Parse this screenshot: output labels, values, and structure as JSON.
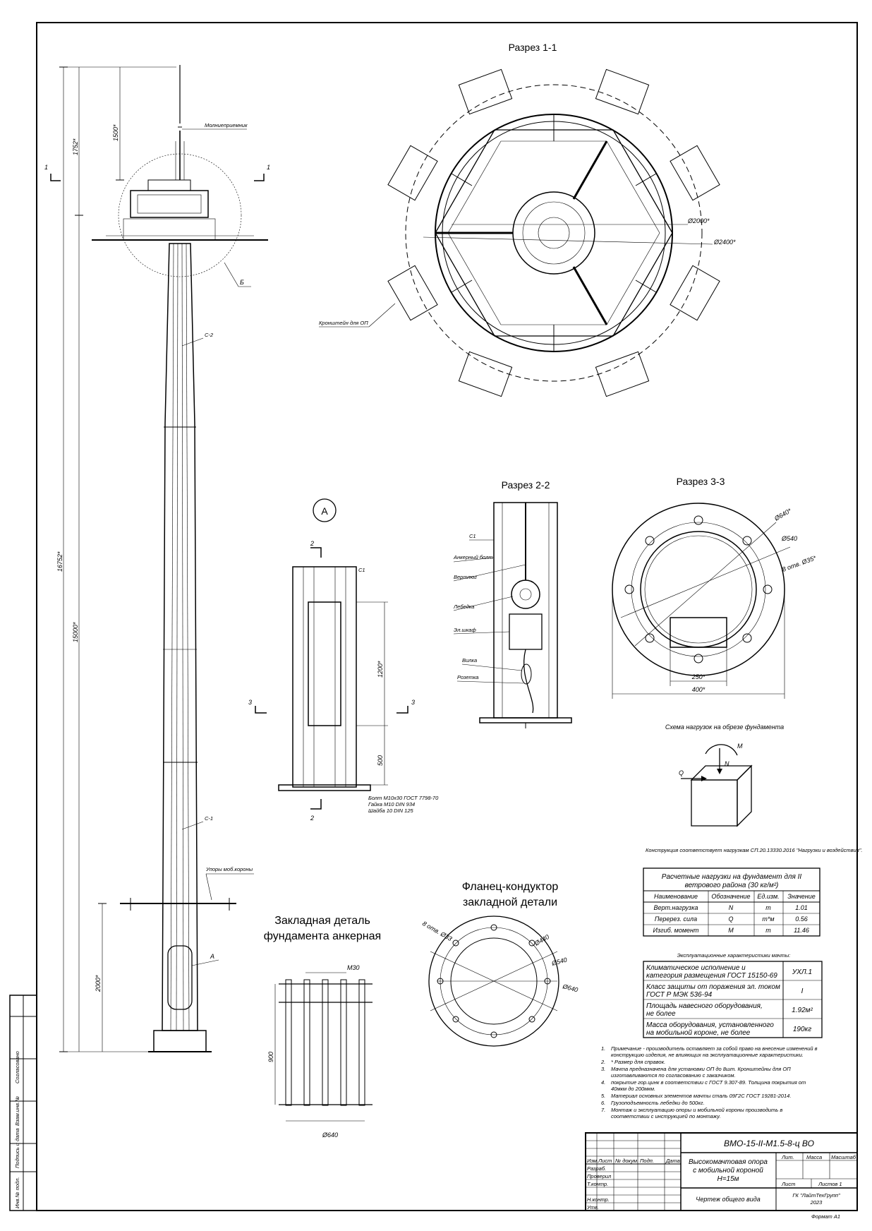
{
  "sections": {
    "s11": "Разрез 1-1",
    "s22": "Разрез 2-2",
    "s33": "Разрез 3-3",
    "view_a": "А",
    "cut1": "1",
    "cut2": "2",
    "cut3": "3"
  },
  "mast": {
    "top_label": "Молниеприемник",
    "b_label": "Б",
    "c2": "С-2",
    "c1": "С-1",
    "stops": "Упоры моб.короны",
    "a_label": "А",
    "dim_1752": "1752*",
    "dim_1500": "1500*",
    "dim_16752": "16752*",
    "dim_15000": "15000*",
    "dim_2000": "2000*"
  },
  "plan11": {
    "d2000": "Ø2000*",
    "d2400": "Ø2400*",
    "bracket": "Кронштейн для ОП"
  },
  "detail_a": {
    "c1": "С1",
    "dim_1200": "1200*",
    "dim_500": "500",
    "bolt1": "Болт М10х30 ГОСТ 7798-70",
    "bolt2": "Гайка М10 DIN 934",
    "bolt3": "Шайба 10 DIN 125"
  },
  "sec22": {
    "c1": "С1",
    "anchor": "Анкерный болт",
    "swivel": "Вертлюг",
    "winch": "Лебедка",
    "cabinet": "Эл.шкаф",
    "plug": "Вилка",
    "socket": "Розетка"
  },
  "sec33": {
    "d640": "Ø640*",
    "d540": "Ø540",
    "holes": "8 отв. Ø35*",
    "w250": "250*",
    "w400": "400*"
  },
  "loads_scheme": {
    "title": "Схема нагрузок на обрезе фундамента",
    "M": "M",
    "N": "N",
    "Q": "Q"
  },
  "conformity": "Конструкция соответствует нагрузкам СП.20.13330.2016 \"Нагрузки и воздействия\".",
  "loads_table": {
    "caption1": "Расчетные нагрузки на фундамент для II",
    "caption2": "ветрового района (30 кг/м²)",
    "headers": [
      "Наименование",
      "Обозначение",
      "Ед.изм.",
      "Значение"
    ],
    "rows": [
      [
        "Верт.нагрузка",
        "N",
        "т",
        "1.01"
      ],
      [
        "Перерез. сила",
        "Q",
        "т*м",
        "0.56"
      ],
      [
        "Изгиб. момент",
        "M",
        "т",
        "11.46"
      ]
    ]
  },
  "exploit_table": {
    "caption": "Эксплуатационные характеристики мачты:",
    "rows": [
      [
        "Климатическое исполнение и",
        "категория размещения ГОСТ 15150-69",
        "УХЛ.1"
      ],
      [
        "Класс защиты от поражения эл. током",
        "ГОСТ Р МЭК 536-94",
        "I"
      ],
      [
        "Площадь навесного оборудования,",
        "не более",
        "1.92м²"
      ],
      [
        "Масса оборудования, установленного",
        "на мобильной короне, не более",
        "190кг"
      ]
    ]
  },
  "flange": {
    "title1": "Фланец-кондуктор",
    "title2": "закладной детали",
    "holes": "8 отв. Ø33",
    "d440": "Ø440",
    "d540": "Ø540",
    "d640": "Ø640"
  },
  "anchor": {
    "title1": "Закладная деталь",
    "title2": "фундамента анкерная",
    "m30": "М30",
    "dim900": "900",
    "d640": "Ø640"
  },
  "notes": [
    "Примечание - производитель оставляет за собой право на внесение изменений в",
    "конструкцию изделия, не влияющих на эксплуатационные характеристики.",
    "* Размер для справок.",
    "Мачта предназначена для установки ОП до 8шт. Кронштейны для ОП",
    "изготавливаются по согласованию с заказчиком.",
    "покрытие гор.цинк в соответствии с ГОСТ 9.307-89. Толщина покрытия от",
    "40мкм до 200мкм.",
    "Материал основных элементов мачты сталь 09Г2С ГОСТ 19281-2014.",
    "Грузоподъемность лебедки до 500кг.",
    "Монтаж и эксплуатацию опоры и мобильной короны производить в",
    "соответствии с инструкцией по монтажу."
  ],
  "note_nums": [
    "1.",
    "2.",
    "3.",
    "4.",
    "5.",
    "6.",
    "7."
  ],
  "title_block": {
    "code": "ВМО-15-II-М1.5-8-ц ВО",
    "name1": "Высокомачтовая опора",
    "name2": "с мобильной короной",
    "name3": "Н=15м",
    "doc": "Чертеж общего вида",
    "org1": "ГК \"ЛайтТехГрупп\"",
    "org2": "2023",
    "format": "Формат А1",
    "lit": "Лит.",
    "mass": "Масса",
    "scale": "Масштаб",
    "sheet": "Лист",
    "sheets": "Листов 1",
    "roles": [
      "Разраб.",
      "Проверил",
      "Т.контр.",
      "",
      "Н.контр.",
      "Утв."
    ],
    "cols": [
      "Изм.",
      "Лист",
      "№ докум.",
      "Подп.",
      "Дата"
    ]
  },
  "side_stamp": [
    "Инв.№ подл.",
    "Подпись и дата",
    "Взам.инв.№",
    "Согласовано"
  ]
}
